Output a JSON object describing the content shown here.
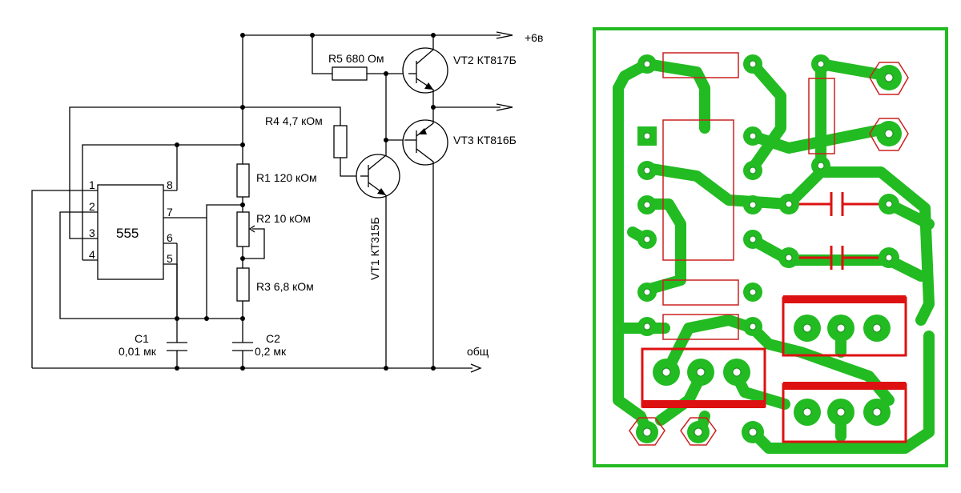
{
  "schematic": {
    "ic_label": "555",
    "pins": {
      "p1": "1",
      "p2": "2",
      "p3": "3",
      "p4": "4",
      "p5": "5",
      "p6": "6",
      "p7": "7",
      "p8": "8"
    },
    "r1": "R1 120 кОм",
    "r2": "R2 10 кОм",
    "r3": "R3 6,8 кОм",
    "r4": "R4 4,7 кОм",
    "r5": "R5 680 Ом",
    "c1_name": "C1",
    "c1_value": "0,01 мк",
    "c2_name": "C2",
    "c2_value": "0,2 мк",
    "vt1": "VT1 КТ315Б",
    "vt2": "VT2 КТ817Б",
    "vt3": "VT3 КТ816Б",
    "supply": "+6в",
    "ground": "общ"
  },
  "colors": {
    "copper": "#22bb22",
    "silkscreen": "#dd1111",
    "board_outline": "#22bb22",
    "wire": "#000000"
  }
}
